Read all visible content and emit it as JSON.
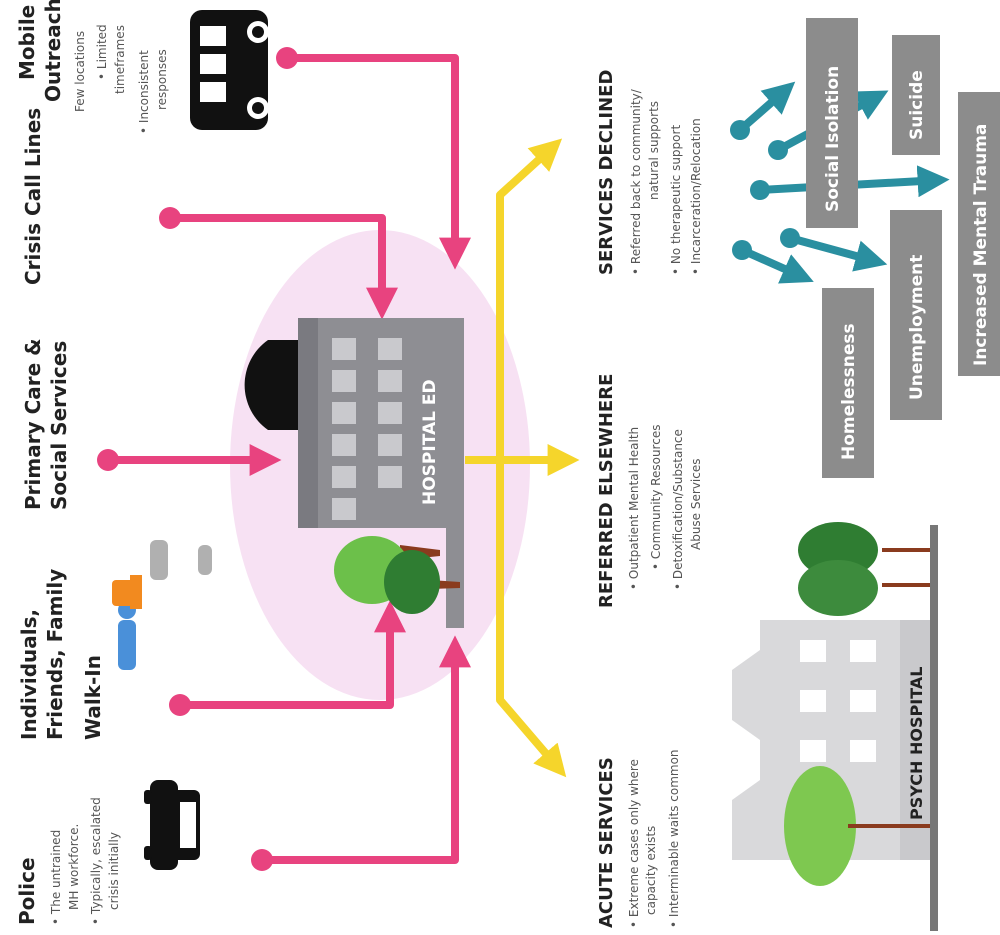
{
  "sources": {
    "police": {
      "title": "Police",
      "bullets": [
        "The untrained",
        "MH workforce.",
        "Typically, escalated",
        "crisis initially"
      ]
    },
    "individuals": {
      "line1": "Individuals,",
      "line2": "Friends, Family",
      "line3": "Walk-In"
    },
    "primary_care": {
      "line1": "Primary Care &",
      "line2": "Social Services"
    },
    "crisis_lines": {
      "title": "Crisis Call Lines"
    },
    "mobile_outreach": {
      "line1": "Mobile",
      "line2": "Outreach",
      "sub1": "Few locations",
      "bullets": [
        "Limited",
        "timeframes",
        "Inconsistent",
        "responses"
      ]
    }
  },
  "hub": {
    "label": "HOSPITAL ED"
  },
  "outcomes": {
    "acute": {
      "title": "ACUTE SERVICES",
      "lines": [
        "Extreme cases only where",
        "capacity exists",
        "Interminable waits common"
      ]
    },
    "referred": {
      "title": "REFERRED ELSEWHERE",
      "lines": [
        "Outpatient Mental Health",
        "Community Resources",
        "Detoxification/Substance",
        "Abuse Services"
      ]
    },
    "declined": {
      "title": "SERVICES DECLINED",
      "lines": [
        "Referred back to community/",
        "natural supports",
        "No therapeutic support",
        "Incarceration/Relocation"
      ]
    }
  },
  "psych": {
    "label": "PSYCH HOSPITAL"
  },
  "consequences": {
    "homelessness": "Homelessness",
    "unemployment": "Unemployment",
    "isolation": "Social Isolation",
    "suicide": "Suicide",
    "trauma": "Increased Mental Trauma"
  },
  "colors": {
    "pink": "#e8437f",
    "yellow": "#f5d52b",
    "teal": "#2a8fa0",
    "gray_box": "#8c8c8c",
    "building": "#8e8e93"
  },
  "icons": [
    "car-icon",
    "people-icon",
    "bus-icon",
    "hospital-icon",
    "tree-icon"
  ]
}
